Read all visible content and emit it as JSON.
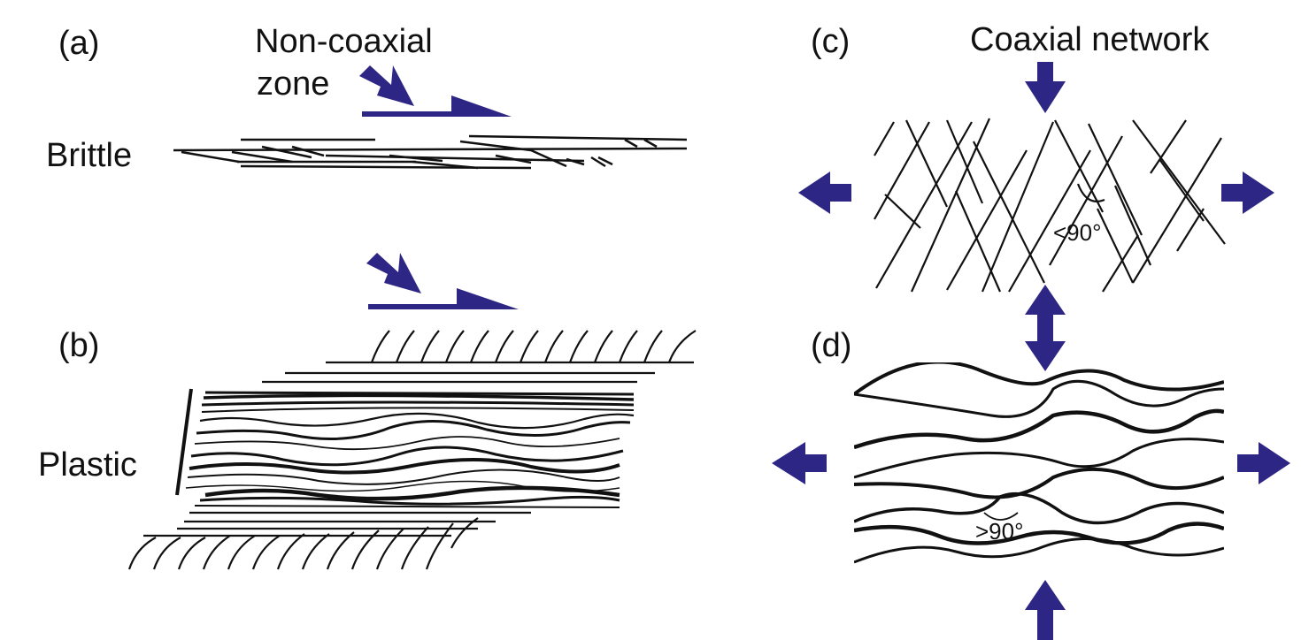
{
  "panels": {
    "a": {
      "letter": "(a)",
      "title_line1": "Non-coaxial",
      "title_line2": "zone",
      "row_label": "Brittle"
    },
    "b": {
      "letter": "(b)",
      "row_label": "Plastic"
    },
    "c": {
      "letter": "(c)",
      "title": "Coaxial network",
      "angle_label": "<90°"
    },
    "d": {
      "letter": "(d)",
      "angle_label": ">90°"
    }
  },
  "colors": {
    "arrow": "#2e2685",
    "line": "#111111"
  }
}
